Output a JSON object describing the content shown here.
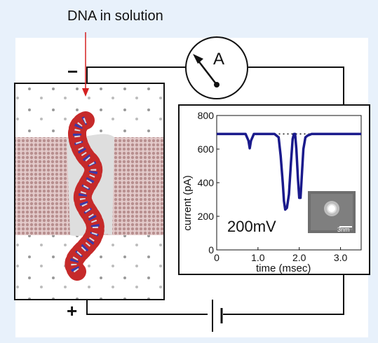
{
  "caption": "DNA in solution",
  "ammeter_label": "A",
  "minus_label": "−",
  "plus_label": "+",
  "inset": {
    "voltage_label": "200mV",
    "scale_label": "3nm",
    "x_axis_label": "time (msec)",
    "y_axis_label": "current (pA)",
    "x_ticks": [
      "0",
      "1.0",
      "2.0",
      "3.0"
    ],
    "y_ticks": [
      "0",
      "200",
      "400",
      "600",
      "800"
    ]
  },
  "colors": {
    "trace": "#1a1a8c",
    "arrow": "#d42020",
    "wire": "#111111",
    "membrane": "#c8a8a8",
    "background": "#e8f1fb"
  },
  "chart_data": {
    "type": "line",
    "xlabel": "time (msec)",
    "ylabel": "current (pA)",
    "xlim": [
      0,
      3.5
    ],
    "ylim": [
      0,
      800
    ],
    "reference_level": 690,
    "series": [
      {
        "x": [
          0,
          0.7,
          0.77,
          0.8,
          0.83,
          0.9,
          1.4,
          1.5,
          1.55,
          1.6,
          1.63,
          1.66,
          1.7,
          1.75,
          1.8,
          1.84,
          1.87,
          1.9,
          1.93,
          1.97,
          2.0,
          2.03,
          2.06,
          2.1,
          2.15,
          2.2,
          2.3,
          2.5,
          3.0,
          3.5
        ],
        "values": [
          690,
          690,
          650,
          605,
          650,
          690,
          690,
          670,
          560,
          400,
          290,
          240,
          250,
          330,
          520,
          660,
          690,
          690,
          600,
          420,
          310,
          310,
          430,
          600,
          670,
          680,
          690,
          690,
          690,
          690
        ]
      }
    ]
  }
}
